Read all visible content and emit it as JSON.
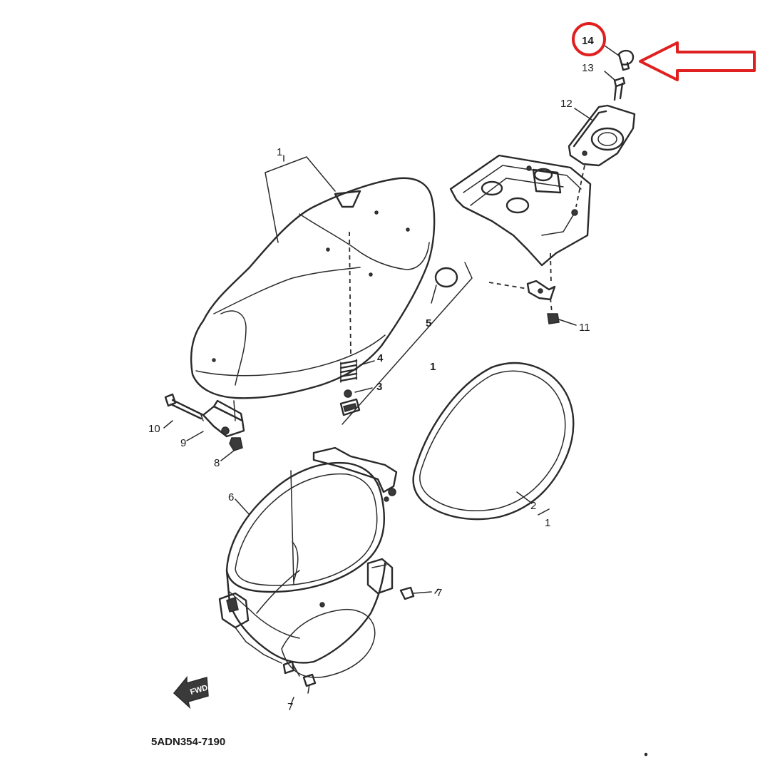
{
  "diagram": {
    "part_code": "5ADN354-7190",
    "fwd_label": "FWD",
    "callouts": {
      "c1a": "1",
      "c1b": "1",
      "c1c": "1",
      "c2": "2",
      "c3": "3",
      "c4": "4",
      "c5": "5",
      "c6": "6",
      "c7a": "7",
      "c7b": "7",
      "c8": "8",
      "c9": "9",
      "c10": "10",
      "c11": "11",
      "c12": "12",
      "c13": "13",
      "c14": "14"
    },
    "highlight": {
      "part": "14",
      "color": "#e02020"
    }
  }
}
